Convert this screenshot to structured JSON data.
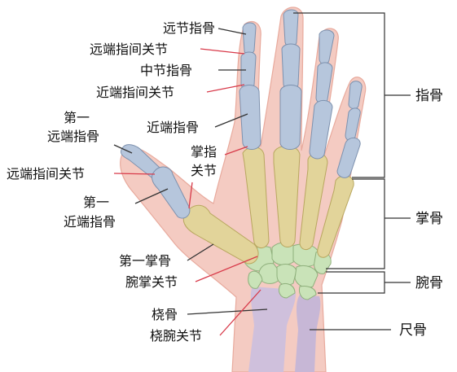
{
  "labels": {
    "distal_phalanx": "远节指骨",
    "dip_joint": "远端指间关节",
    "middle_phalanx": "中节指骨",
    "pip_joint": "近端指间关节",
    "first_distal_line1": "第一",
    "first_distal_line2": "远端指骨",
    "proximal_phalanx": "近端指骨",
    "mcp_joint_line1": "掌指",
    "mcp_joint_line2": "关节",
    "thumb_dip_joint": "远端指间关节",
    "first_proximal_line1": "第一",
    "first_proximal_line2": "近端指骨",
    "first_metacarpal": "第一掌骨",
    "carpometacarpal_joint": "腕掌关节",
    "radius": "桡骨",
    "radiocarpal_joint": "桡腕关节",
    "phalanges": "指骨",
    "metacarpals": "掌骨",
    "carpals": "腕骨",
    "ulna": "尺骨"
  },
  "colors": {
    "skin": "#f4cbc2",
    "skin_edge": "#e8aa9d",
    "phalanx_bone": "#b6c6dc",
    "metacarpal_bone": "#e2d49a",
    "carpal_bone": "#c9e3b8",
    "forearm_bone": "#cfc0dc",
    "leader_red": "#d83a4a",
    "leader_dark": "#333333"
  }
}
